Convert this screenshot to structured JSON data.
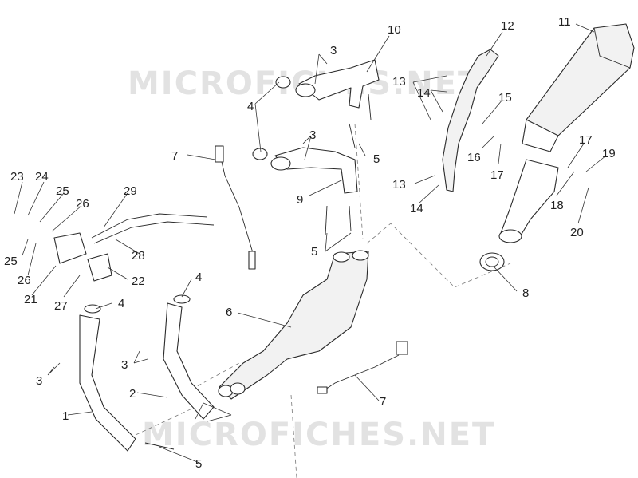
{
  "watermark": "MICROFICHES.NET",
  "callouts": {
    "c1": "1",
    "c2": "2",
    "c3a": "3",
    "c3b": "3",
    "c3c": "3",
    "c3d": "3",
    "c4a": "4",
    "c4b": "4",
    "c4c": "4",
    "c5a": "5",
    "c5b": "5",
    "c5c": "5",
    "c6": "6",
    "c7a": "7",
    "c7b": "7",
    "c8": "8",
    "c9": "9",
    "c10": "10",
    "c11": "11",
    "c12": "12",
    "c13a": "13",
    "c13b": "13",
    "c14a": "14",
    "c14b": "14",
    "c15": "15",
    "c16": "16",
    "c17a": "17",
    "c17b": "17",
    "c18": "18",
    "c19": "19",
    "c20": "20",
    "c21": "21",
    "c22": "22",
    "c23": "23",
    "c24": "24",
    "c25a": "25",
    "c25b": "25",
    "c26a": "26",
    "c26b": "26",
    "c27": "27",
    "c28": "28",
    "c29": "29"
  }
}
